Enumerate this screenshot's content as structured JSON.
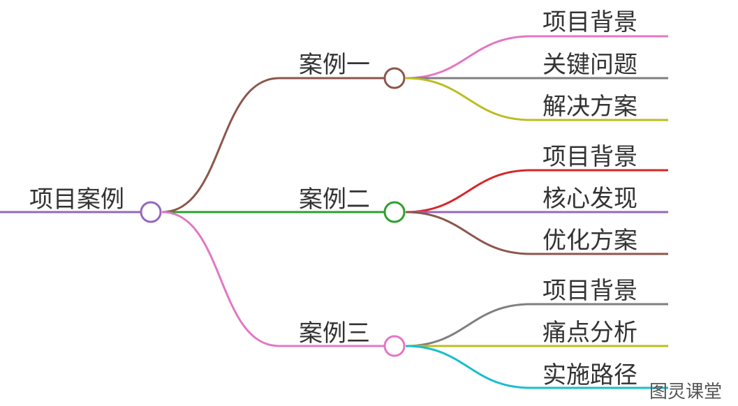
{
  "mindmap": {
    "root": {
      "label": "项目案例",
      "color": "#9467bd",
      "cases": [
        {
          "label": "案例一",
          "color": "#8c564b",
          "leaves": [
            {
              "label": "项目背景",
              "color": "#e377c2"
            },
            {
              "label": "关键问题",
              "color": "#7f7f7f"
            },
            {
              "label": "解决方案",
              "color": "#bcbd22"
            }
          ]
        },
        {
          "label": "案例二",
          "color": "#2ca02c",
          "leaves": [
            {
              "label": "项目背景",
              "color": "#d62728"
            },
            {
              "label": "核心发现",
              "color": "#9467bd"
            },
            {
              "label": "优化方案",
              "color": "#8c564b"
            }
          ]
        },
        {
          "label": "案例三",
          "color": "#e377c2",
          "leaves": [
            {
              "label": "项目背景",
              "color": "#7f7f7f"
            },
            {
              "label": "痛点分析",
              "color": "#bcbd22"
            },
            {
              "label": "实施路径",
              "color": "#17becf"
            }
          ]
        }
      ]
    }
  },
  "watermark": "图灵课堂"
}
